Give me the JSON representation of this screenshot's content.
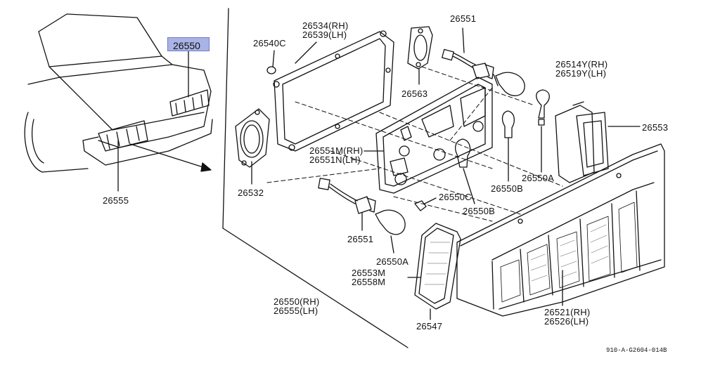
{
  "labels": {
    "highlighted": "26550",
    "p26555_top": "26555",
    "p26540c": "26540C",
    "p26534_rh": "26534(RH)",
    "p26539_lh": "26539(LH)",
    "p26563": "26563",
    "p26551_top": "26551",
    "p26514y_rh": "26514Y(RH)",
    "p26519y_lh": "26519Y(LH)",
    "p26553": "26553",
    "p26532": "26532",
    "p26551m_rh": "26551M(RH)",
    "p26551n_lh": "26551N(LH)",
    "p26550a_right": "26550A",
    "p26550b_right": "26550B",
    "p26550c": "26550C",
    "p26550b_mid": "26550B",
    "p26551_bottom": "26551",
    "p26550a_bottom": "26550A",
    "p26553m": "26553M",
    "p26558m": "26558M",
    "p26550_rh": "26550(RH)",
    "p26555_lh": "26555(LH)",
    "p26547": "26547",
    "p26521_rh": "26521(RH)",
    "p26526_lh": "26526(LH)",
    "ref_code": "910-A-G2604-014B"
  },
  "colors": {
    "highlight_fill": "#a9b3e6",
    "line": "#111111"
  }
}
